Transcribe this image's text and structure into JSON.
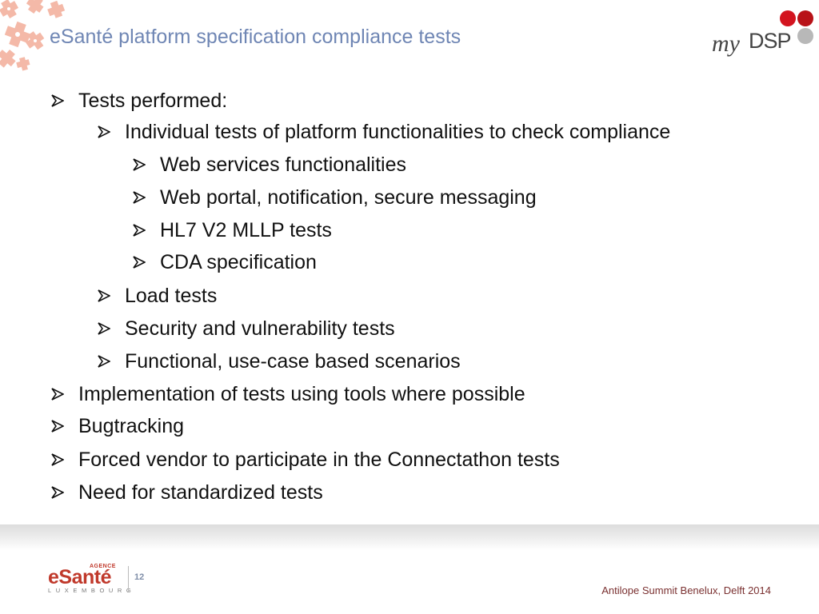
{
  "header": {
    "title": "eSanté platform specification compliance tests",
    "logo_text": "myDSP"
  },
  "bullets": [
    {
      "level": 1,
      "text": "Tests performed:"
    },
    {
      "level": 2,
      "text": "Individual tests of platform functionalities to check compliance"
    },
    {
      "level": 3,
      "text": "Web services functionalities"
    },
    {
      "level": 3,
      "text": "Web portal, notification, secure messaging"
    },
    {
      "level": 3,
      "text": "HL7 V2 MLLP tests"
    },
    {
      "level": 3,
      "text": "CDA specification"
    },
    {
      "level": 2,
      "text": "Load tests"
    },
    {
      "level": 2,
      "text": "Security and vulnerability tests"
    },
    {
      "level": 2,
      "text": "Functional, use-case based scenarios"
    },
    {
      "level": 1,
      "text": "Implementation of tests using tools where possible"
    },
    {
      "level": 1,
      "text": "Bugtracking"
    },
    {
      "level": 1,
      "text": "Forced vendor to participate in the Connectathon tests"
    },
    {
      "level": 1,
      "text": "Need for standardized tests"
    }
  ],
  "footer": {
    "agency_label": "AGENCE",
    "agency_name": "eSanté",
    "agency_country": "LUXEMBOURG",
    "page_number": "12",
    "event": "Antilope Summit Benelux, Delft 2014"
  },
  "colors": {
    "title": "#6f86b4",
    "brand_red": "#c0392b",
    "decor_salmon": "#f2b3a2"
  }
}
